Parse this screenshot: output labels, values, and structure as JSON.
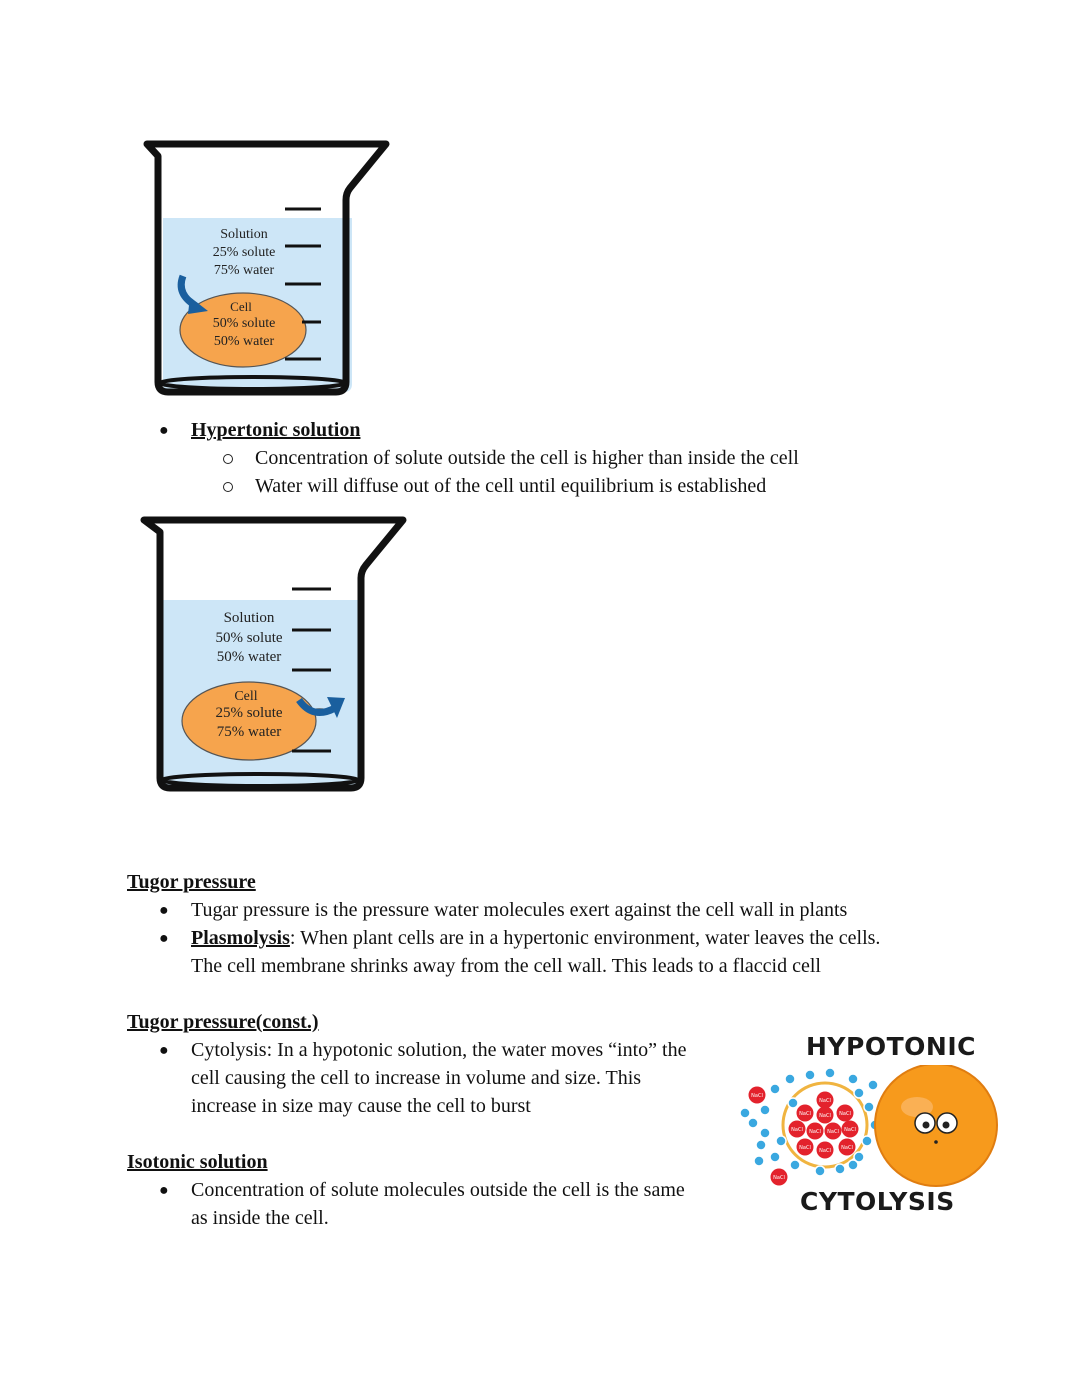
{
  "beaker1": {
    "solution": [
      "Solution",
      "25% solute",
      "75% water"
    ],
    "cell": [
      "Cell",
      "50% solute",
      "50% water"
    ]
  },
  "hypertonic": {
    "heading": "Hypertonic solution",
    "points": [
      "Concentration of solute outside the cell is higher than inside the cell",
      "Water will diffuse out of the cell until equilibrium is established"
    ]
  },
  "beaker2": {
    "solution": [
      "Solution",
      "50% solute",
      "50% water"
    ],
    "cell": [
      "Cell",
      "25% solute",
      "75% water"
    ]
  },
  "tugor": {
    "heading": "Tugor pressure",
    "point1": "Tugar pressure is the pressure water molecules exert against the cell wall in plants",
    "plasmolysis_term": "Plasmolysis",
    "plasmolysis_text": ": When plant cells are in a hypertonic environment, water leaves the cells.",
    "plasmolysis_cont": "The cell membrane shrinks away from the cell wall. This leads to a flaccid cell"
  },
  "tugor_const": {
    "heading": "Tugor pressure(const.)",
    "lines": [
      "Cytolysis: In a hypotonic solution, the water moves “into” the",
      "cell causing the cell to increase in volume and size. This",
      "increase in size may cause the cell to burst"
    ]
  },
  "isotonic": {
    "heading": "Isotonic solution",
    "lines": [
      "Concentration of solute molecules outside the cell is the same",
      "as inside the cell."
    ]
  },
  "illustration": {
    "title": "HYPOTONIC",
    "subtitle": "CYTOLYSIS",
    "particle_label": "NaCl"
  },
  "bullet_glyph": "●"
}
